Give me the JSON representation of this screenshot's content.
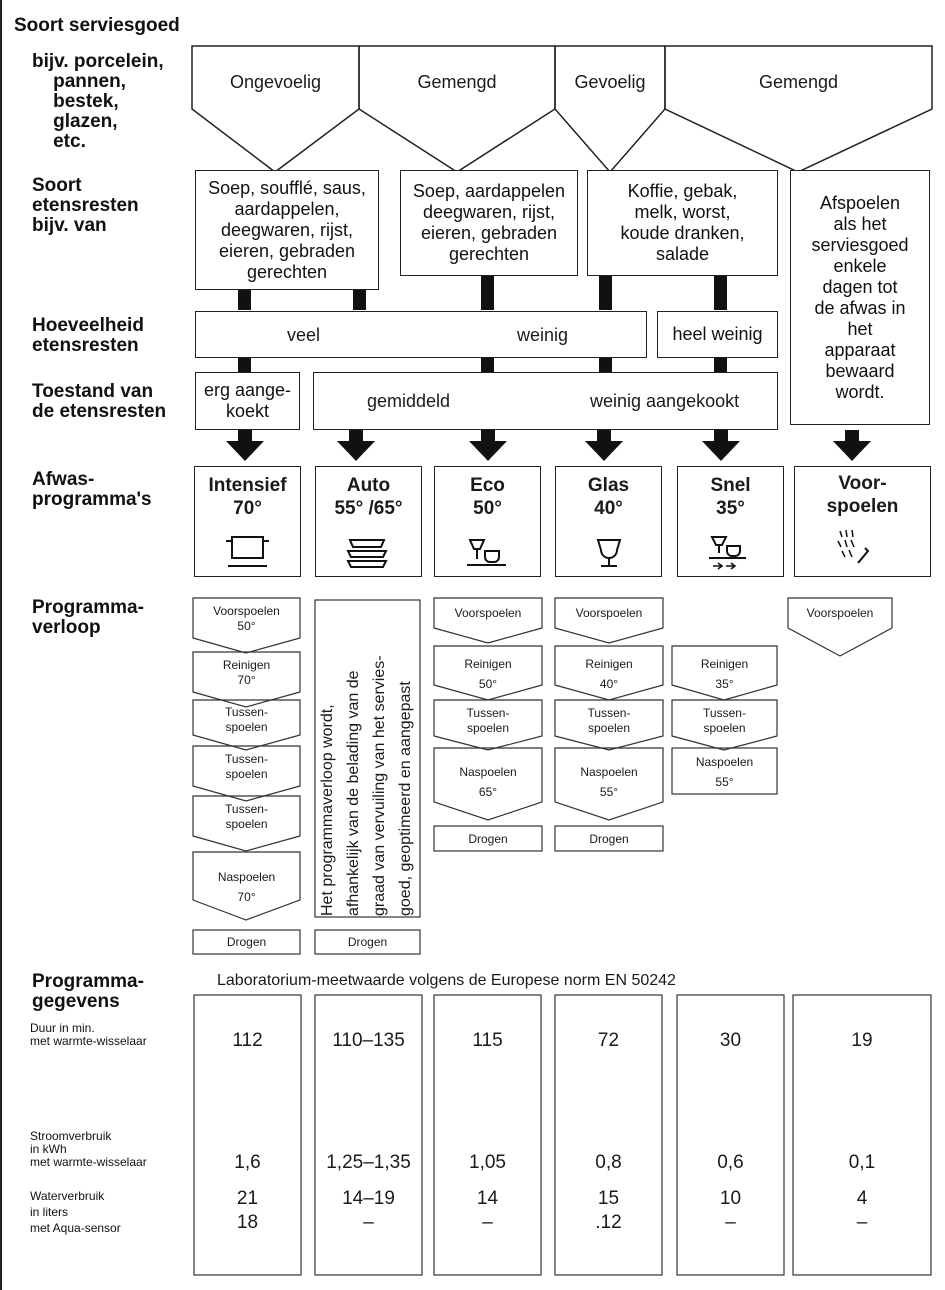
{
  "row_labels": {
    "soort_serviesgoed": "Soort serviesgoed",
    "bijv_porcelein": "bijv. porcelein,\n    pannen,\n    bestek,\n    glazen,\n    etc.",
    "soort_etensresten": "Soort\netensresten\nbijv. van",
    "hoeveelheid": "Hoeveelheid\netensresten",
    "toestand": "Toestand van\nde etensresten",
    "afwas": "Afwas-\nprogramma's",
    "verloop": "Programma-\nverloop",
    "gegevens": "Programma-\ngegevens",
    "duur": "Duur in min.\nmet warmte-wisselaar",
    "stroom": "Stroomverbruik\nin kWh\nmet warmte-wisselaar",
    "water": "Waterverbruik\nin liters\nmet Aqua-sensor"
  },
  "serviesgoed": [
    "Ongevoelig",
    "Gemengd",
    "Gevoelig",
    "Gemengd"
  ],
  "etensresten": [
    "Soep, soufflé, saus,\naardappelen,\ndeegwaren, rijst,\neieren, gebraden\ngerechten",
    "Soep, aardappelen\ndeegwaren, rijst,\neieren, gebraden\ngerechten",
    "Koffie, gebak,\nmelk, worst,\nkoude dranken,\nsalade",
    "Afspoelen\nals het\nserviesgoed\nenkele\ndagen tot\nde afwas in\nhet\napparaat\nbewaard\nwordt."
  ],
  "hoeveelheid": {
    "veel": "veel",
    "weinig": "weinig",
    "heel_weinig": "heel weinig"
  },
  "toestand": {
    "erg": "erg aange-\nkoekt",
    "gemiddeld": "gemiddeld",
    "weinig": "weinig aangekookt"
  },
  "programmas": [
    {
      "name": "Intensief",
      "temp": "70°",
      "icon": "pot-icon"
    },
    {
      "name": "Auto",
      "temp": "55° /65°",
      "icon": "stacked-dishes-icon"
    },
    {
      "name": "Eco",
      "temp": "50°",
      "icon": "glass-cup-icon"
    },
    {
      "name": "Glas",
      "temp": "40°",
      "icon": "wine-glass-icon"
    },
    {
      "name": "Snel",
      "temp": "35°",
      "icon": "quick-glass-cup-icon"
    },
    {
      "name": "Voor-\nspoelen",
      "temp": "",
      "icon": "rinse-spray-icon"
    }
  ],
  "verloop": {
    "intensief": [
      "Voorspoelen\n50°",
      "Reinigen\n70°",
      "Tussen-\nspoelen",
      "Tussen-\nspoelen",
      "Tussen-\nspoelen",
      "Naspoelen\n70°",
      "Drogen"
    ],
    "auto_text": "Het programmaverloop wordt,\nafhankelijk van de belading van de\ngraad van vervuiling van het servies-\ngoed, geoptimeerd en aangepast",
    "auto_drogen": "Drogen",
    "eco": [
      "Voorspoelen",
      "Reinigen\n50°",
      "Tussen-\nspoelen",
      "Naspoelen\n65°",
      "Drogen"
    ],
    "glas": [
      "Voorspoelen",
      "Reinigen\n40°",
      "Tussen-\nspoelen",
      "Naspoelen\n55°",
      "Drogen"
    ],
    "snel": [
      "Reinigen\n35°",
      "Tussen-\nspoelen",
      "Naspoelen\n55°"
    ],
    "voorspoelen": [
      "Voorspoelen"
    ]
  },
  "gegevens_header": "Laboratorium-meetwaarde volgens de Europese norm EN 50242",
  "duur": [
    "112",
    "110–135",
    "115",
    "72",
    "30",
    "19"
  ],
  "stroom": [
    "1,6",
    "1,25–1,35",
    "1,05",
    "0,8",
    "0,6",
    "0,1"
  ],
  "water": [
    "21",
    "14–19",
    "14",
    "15",
    "10",
    "4"
  ],
  "water_aqua": [
    "18",
    "–",
    "–",
    ".12",
    "–",
    "–"
  ]
}
